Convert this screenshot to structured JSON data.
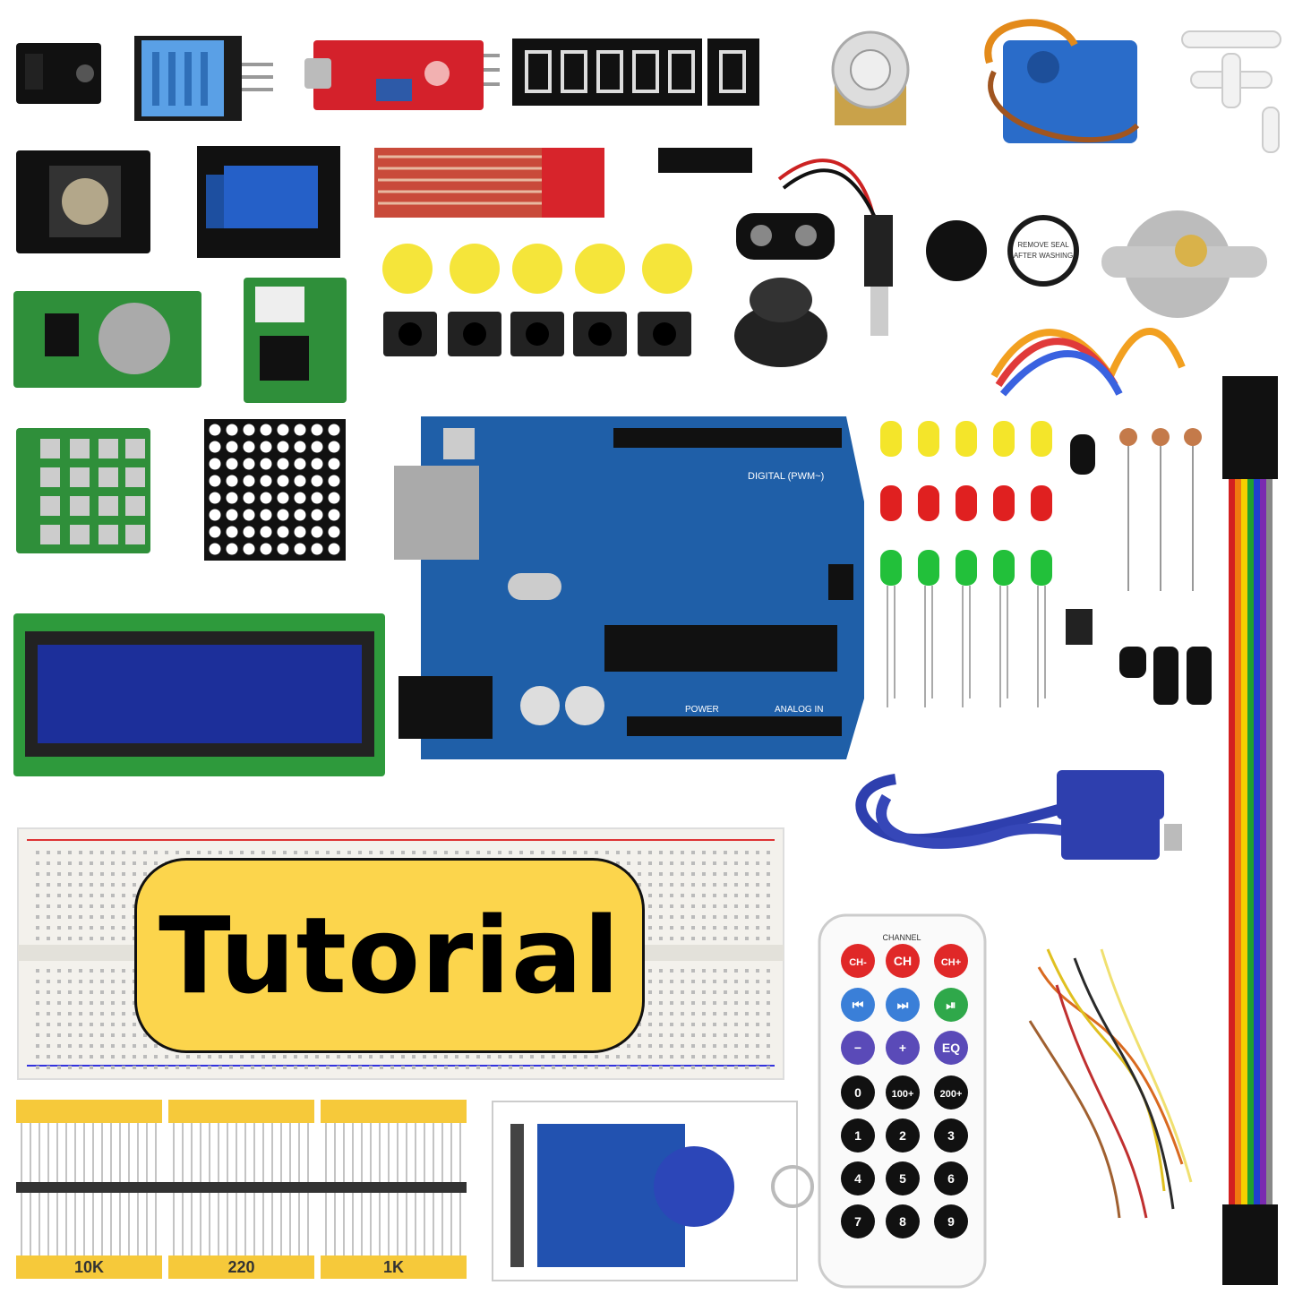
{
  "badge": {
    "title": "Tutorial"
  },
  "resistors": {
    "labels": [
      "10K",
      "220",
      "1K"
    ]
  },
  "remote": {
    "header": "CHANNEL",
    "row1": [
      "CH-",
      "CH",
      "CH+"
    ],
    "row3": [
      "−",
      "+",
      "EQ"
    ],
    "row4": [
      "0",
      "100+",
      "200+"
    ],
    "digits": [
      "1",
      "2",
      "3",
      "4",
      "5",
      "6",
      "7",
      "8",
      "9"
    ]
  },
  "buzzer_sticker": "REMOVE SEAL AFTER WASHING",
  "arduino": {
    "digital_label": "DIGITAL (PWM~)",
    "power_label": "POWER",
    "analog_label": "ANALOG IN"
  },
  "colors": {
    "board_blue": "#1f5fa8",
    "badge_yellow": "#fcd54c",
    "pcb_green": "#2f8f3a",
    "led_red": "#e02020",
    "led_green": "#22c03a",
    "led_yellow": "#f4e52a"
  }
}
